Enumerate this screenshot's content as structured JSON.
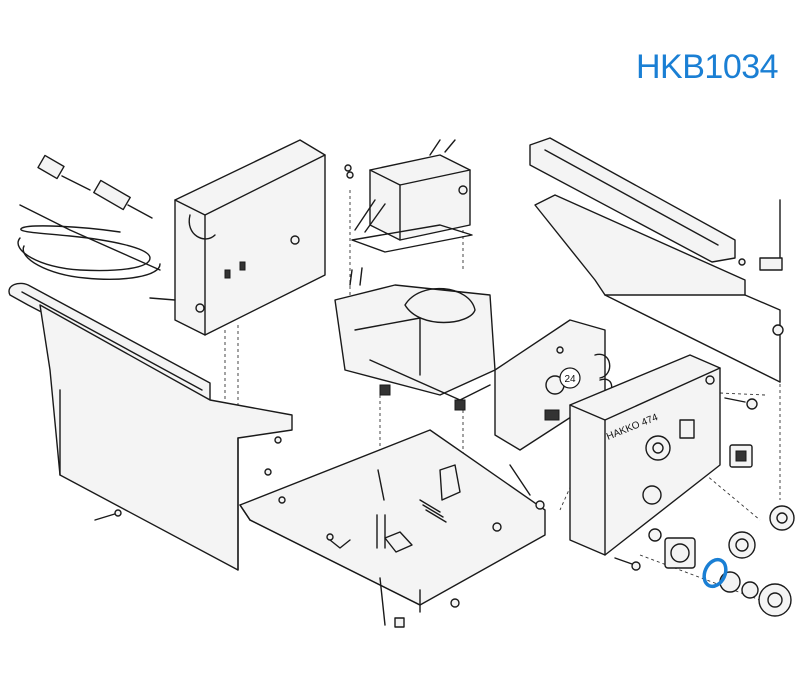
{
  "header": {
    "part_code": "HKB1034"
  },
  "callouts": {
    "item_24": "24"
  },
  "panel_logo": "HAKKO 474",
  "colors": {
    "part_code": "#1a7fd4",
    "highlight_ring": "#1a7fd4",
    "line": "#1a1a1a"
  }
}
